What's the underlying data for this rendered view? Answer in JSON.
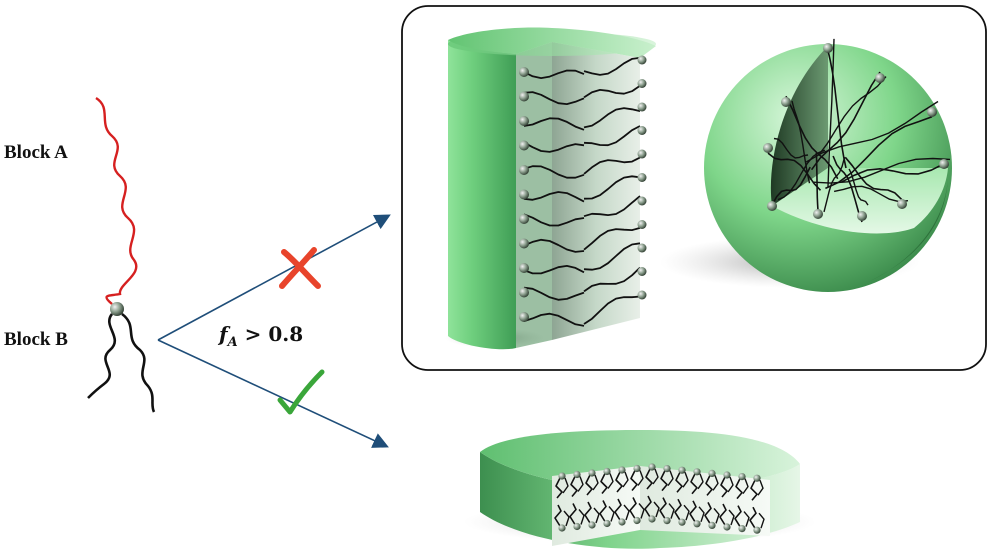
{
  "labels": {
    "block_a": "Block A",
    "block_b": "Block B"
  },
  "condition": {
    "variable": "f",
    "subscript": "A",
    "relation": "> 0.8"
  },
  "outcomes": {
    "upper_path": "cross-icon",
    "lower_path": "check-icon"
  },
  "colors": {
    "block_a_chain": "#d62020",
    "block_b_chain": "#111111",
    "arrow": "#1f4e79",
    "cross": "#e8442b",
    "check": "#3aa63a",
    "micelle_green": "#7fd68a"
  },
  "structures": {
    "boxed": [
      "cylindrical-micelle",
      "spherical-micelle"
    ],
    "formed": [
      "vesicle-bilayer-disc"
    ]
  }
}
